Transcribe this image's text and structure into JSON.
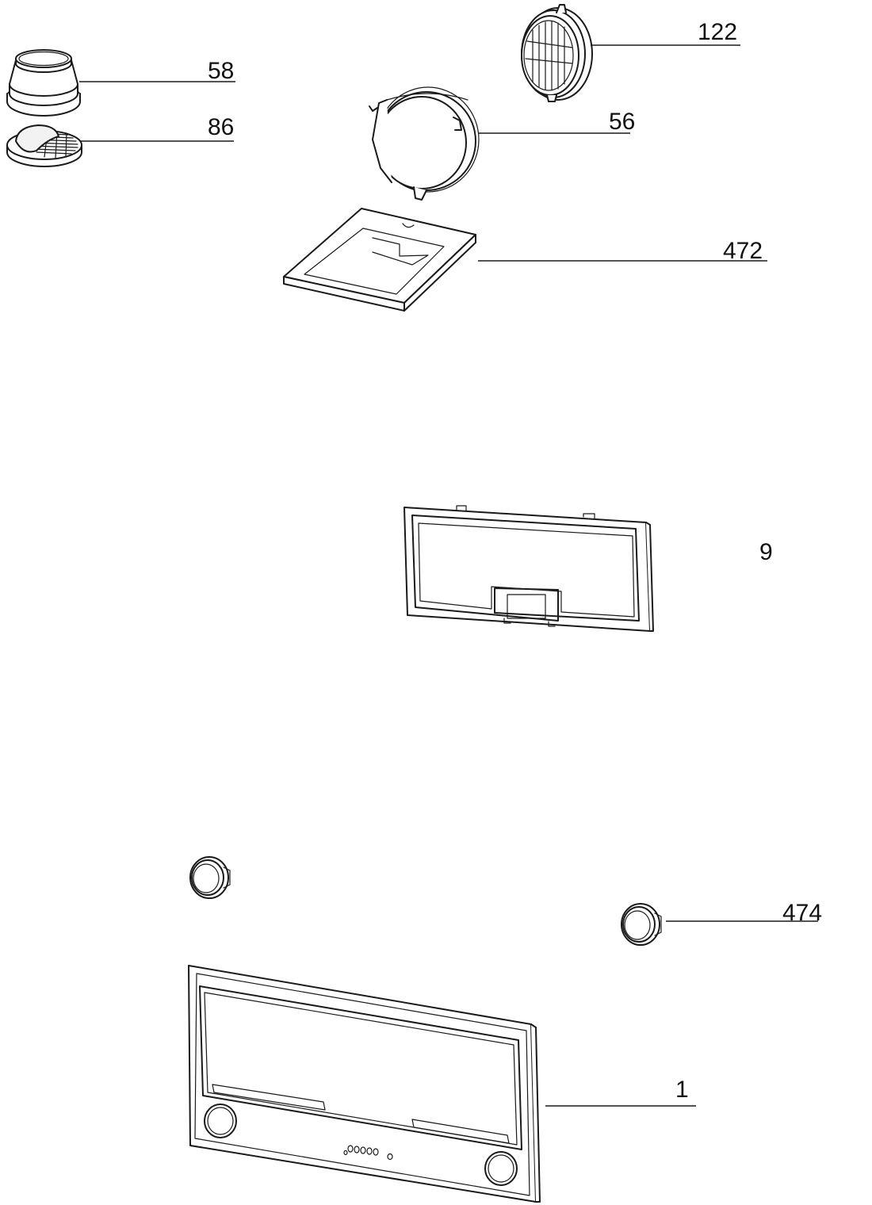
{
  "diagram": {
    "parts": [
      {
        "id": "part-58",
        "label": "58",
        "name": "duct-reducer"
      },
      {
        "id": "part-86",
        "label": "86",
        "name": "backdraft-damper"
      },
      {
        "id": "part-122",
        "label": "122",
        "name": "round-vent-grille"
      },
      {
        "id": "part-56",
        "label": "56",
        "name": "duct-collar"
      },
      {
        "id": "part-472",
        "label": "472",
        "name": "mounting-plate"
      },
      {
        "id": "part-9",
        "label": "9",
        "name": "filter-frame"
      },
      {
        "id": "part-474",
        "label": "474",
        "name": "light-lens"
      },
      {
        "id": "part-1",
        "label": "1",
        "name": "hood-body"
      }
    ]
  }
}
